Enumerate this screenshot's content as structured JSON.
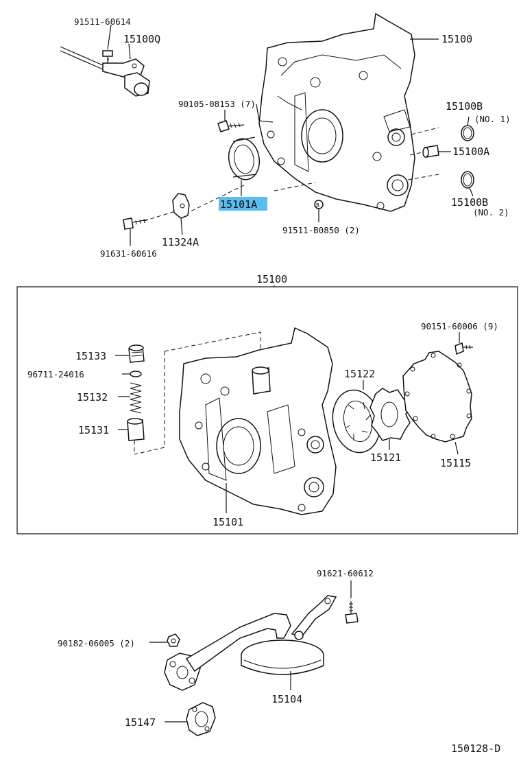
{
  "diagram_id": "150128-D",
  "highlight_color": "#5bbcf0",
  "labels": {
    "p91511_60614": "91511-60614",
    "p15100Q": "15100Q",
    "p15100_top": "15100",
    "p90105_08153": "90105-08153 (7)",
    "p15100B_1": "15100B",
    "p15100B_1_note": "(NO. 1)",
    "p15100A": "15100A",
    "p15101A": "15101A",
    "p15100B_2": "15100B",
    "p15100B_2_note": "(NO. 2)",
    "p91511_B0850": "91511-B0850 (2)",
    "p91631_60616": "91631-60616",
    "p11324A": "11324A",
    "p15100_box": "15100",
    "p90151_60006": "90151-60006 (9)",
    "p15133": "15133",
    "p96711_24016": "96711-24016",
    "p15132": "15132",
    "p15131": "15131",
    "p15122": "15122",
    "p15121": "15121",
    "p15115": "15115",
    "p15101": "15101",
    "p91621_60612": "91621-60612",
    "p90182_06005": "90182-06005 (2)",
    "p15104": "15104",
    "p15147": "15147",
    "diagram_code": "150128-D"
  }
}
